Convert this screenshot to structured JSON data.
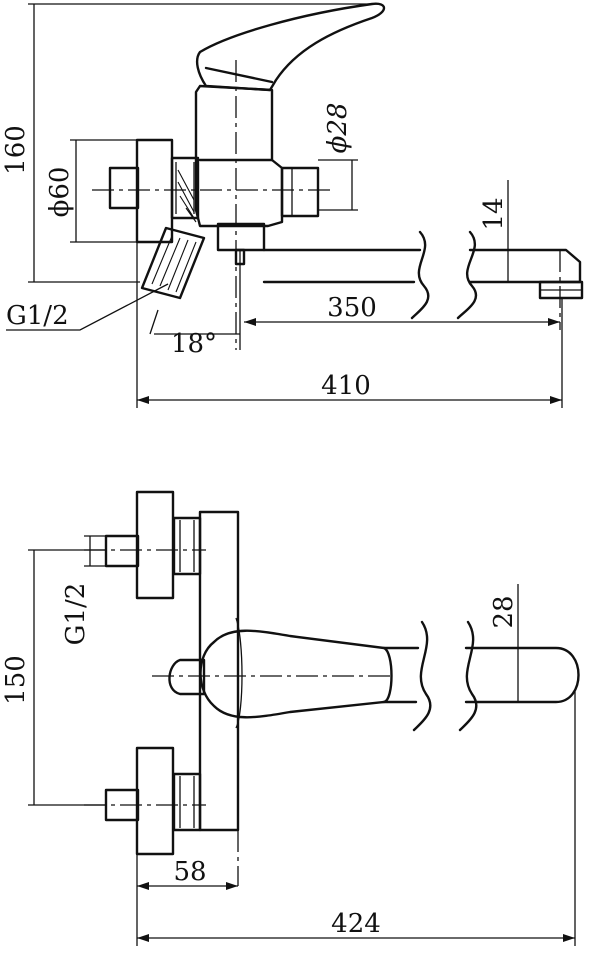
{
  "side_view": {
    "height_label": "160",
    "body_diameter_label": "ϕ28",
    "eccentric_diameter_label": "ϕ60",
    "spout_height_label": "14",
    "inlet_thread_label": "G1/2",
    "spout_reach_label": "350",
    "angle_label": "18°",
    "total_length_label": "410"
  },
  "top_view": {
    "inlet_thread_label": "G1/2",
    "inlet_spacing_label": "150",
    "spout_width_label": "28",
    "body_offset_label": "58",
    "total_length_label": "424"
  },
  "colors": {
    "line": "#111111",
    "background": "#ffffff"
  }
}
